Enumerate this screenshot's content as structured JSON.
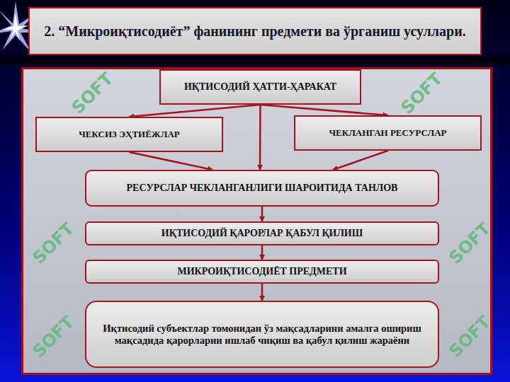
{
  "diagram": {
    "title": "2. “Микроиқтисодиёт” фанининг предмети ва ўрганиш усуллари.",
    "nodes": [
      {
        "text": [
          "2. “Микроиқтисодиёт” фанининг предмети ва ўрганиш усуллари."
        ]
      },
      {
        "text": [
          "ИҚТИСОДИЙ ҲАТТИ-ҲАРАКАТ"
        ]
      },
      {
        "text": [
          "ЧЕКСИЗ ЭҲТИЁЖЛАР"
        ]
      },
      {
        "text": [
          "ЧЕКЛАНГАН РЕСУРСЛАР"
        ]
      },
      {
        "text": [
          "РЕСУРСЛАР ЧЕКЛАНГАНЛИГИ ШАРОИТИДА ТАНЛОВ"
        ]
      },
      {
        "text": [
          "ИҚТИСОДИЙ ҚАРОРЛАР ҚАБУЛ ҚИЛИШ"
        ]
      },
      {
        "text": [
          "МИКРОИҚТИСОДИЁТ ПРЕДМЕТИ"
        ]
      },
      {
        "text": [
          "Иқтисодий субъектлар томонидан ўз мақсадларини амалга ошириш мақсадида қарорларни ишлаб чиқиш ва қабул қилиш жараёни"
        ]
      }
    ],
    "edges": [
      {
        "from": 1,
        "to": 2,
        "arrow": "to"
      },
      {
        "from": 1,
        "to": 3,
        "arrow": "to"
      },
      {
        "from": 1,
        "to": 4,
        "arrow": "to"
      },
      {
        "from": 2,
        "to": 4,
        "arrow": "to"
      },
      {
        "from": 3,
        "to": 4,
        "arrow": "to"
      },
      {
        "from": 4,
        "to": 5,
        "arrow": "to"
      },
      {
        "from": 5,
        "to": 6,
        "arrow": "to"
      },
      {
        "from": 6,
        "to": 7,
        "arrow": "to"
      }
    ],
    "labels": [
      "SOFT",
      "SOFT",
      "SOFT",
      "SOFT",
      "SOFT",
      "SOFT"
    ]
  }
}
